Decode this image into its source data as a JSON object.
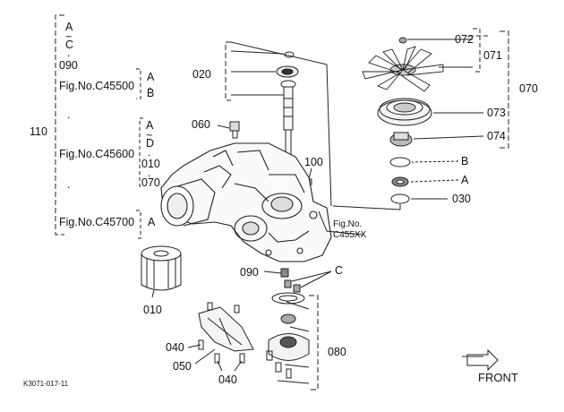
{
  "diagram_code": "K3071-017-11",
  "direction_label": "FRONT",
  "left_group": {
    "main_number": "110",
    "block1": {
      "from": "A",
      "tilde": "~",
      "to": "C",
      "sep": ".",
      "part": "090"
    },
    "block2": {
      "fig": "Fig.No.C45500",
      "from": "A",
      "sep": ".",
      "to": "B"
    },
    "dot1": ".",
    "block3": {
      "fig": "Fig.No.C45600",
      "from": "A",
      "tilde": "~",
      "to": "D",
      "sep1": ".",
      "p1": "010",
      "sep2": ".",
      "p2": "070"
    },
    "dot2": ".",
    "block4": {
      "fig": "Fig.No.C45700",
      "to": "A"
    }
  },
  "callouts": {
    "c020": "020",
    "c060": "060",
    "c100": "100",
    "fig_ref_1": "Fig.No.",
    "fig_ref_2": "C455XX",
    "c090": "090",
    "cC": "C",
    "c010": "010",
    "c040a": "040",
    "c050": "050",
    "c040b": "040",
    "c080": "080",
    "c072": "072",
    "c071": "071",
    "c070": "070",
    "c073": "073",
    "c074": "074",
    "cB": "B",
    "cA": "A",
    "c030": "030"
  }
}
